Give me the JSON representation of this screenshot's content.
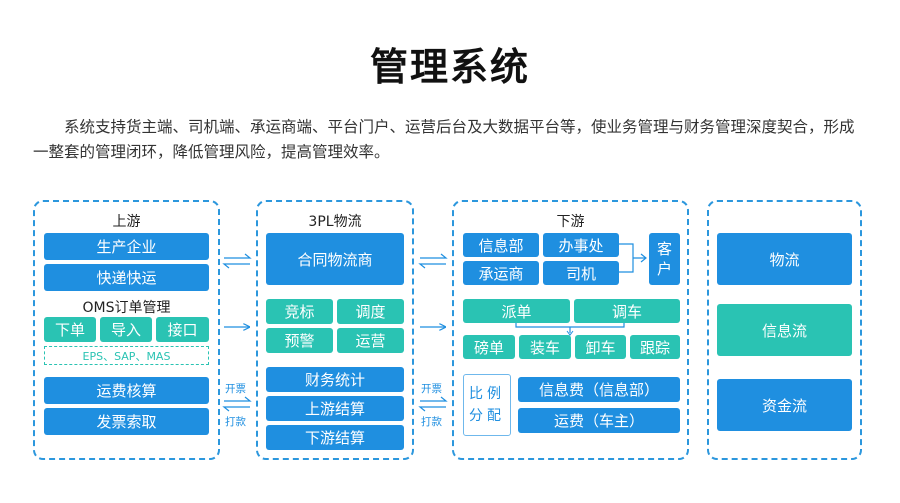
{
  "title": "管理系统",
  "description": "系统支持货主端、司机端、承运商端、平台门户、运营后台及大数据平台等，使业务管理与财务管理深度契合，形成一整套的管理闭环，降低管理风险，提高管理效率。",
  "upstream": {
    "title": "上游",
    "items": [
      "生产企业",
      "快递快运"
    ],
    "oms_title": "OMS订单管理",
    "oms_items": [
      "下单",
      "导入",
      "接口"
    ],
    "interfaces": "EPS、SAP、MAS",
    "finance_items": [
      "运费核算",
      "发票索取"
    ]
  },
  "tpl": {
    "title": "3PL物流",
    "main": "合同物流商",
    "grid": [
      "竞标",
      "调度",
      "预警",
      "运营"
    ],
    "finance_items": [
      "财务统计",
      "上游结算",
      "下游结算"
    ]
  },
  "downstream": {
    "title": "下游",
    "parties": [
      "信息部",
      "办事处",
      "承运商",
      "司机"
    ],
    "customer_chars": [
      "客",
      "户"
    ],
    "ops_top": [
      "派单",
      "调车"
    ],
    "ops_bottom": [
      "磅单",
      "装车",
      "卸车",
      "跟踪"
    ],
    "ratio_chars": [
      "比",
      "例",
      "分",
      "配"
    ],
    "fees": [
      "信息费（信息部）",
      "运费（车主）"
    ]
  },
  "flows": [
    "物流",
    "信息流",
    "资金流"
  ],
  "arrow_labels": {
    "invoice_issue": "开票",
    "payment": "打款"
  }
}
